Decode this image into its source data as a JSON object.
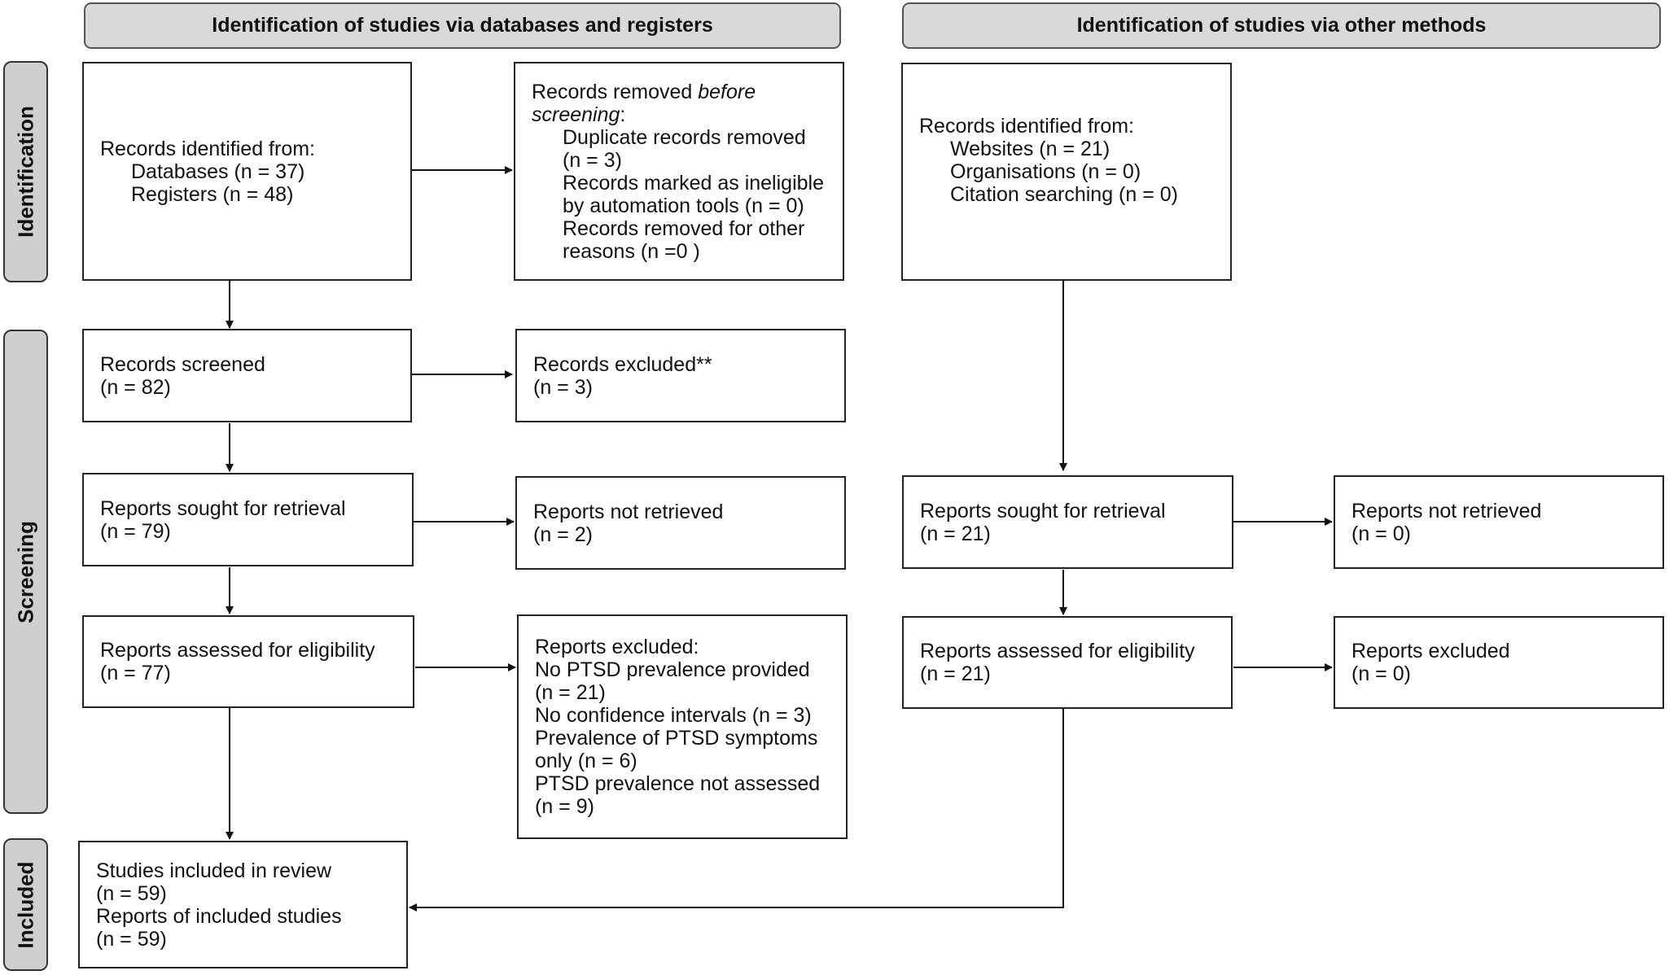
{
  "headers": {
    "left": "Identification of studies via databases and registers",
    "right": "Identification of studies via other methods"
  },
  "phases": {
    "identification": "Identification",
    "screening": "Screening",
    "included": "Included"
  },
  "boxes": {
    "records_identified": {
      "title": "Records identified from:",
      "databases": "Databases (n = 37)",
      "registers": "Registers (n = 48)"
    },
    "records_removed": {
      "title_prefix": "Records removed ",
      "title_italic": "before screening",
      "title_suffix": ":",
      "l1": "Duplicate records removed",
      "l2": "(n = 3)",
      "l3": "Records marked as ineligible",
      "l4": "by automation tools (n = 0)",
      "l5": "Records removed for other",
      "l6": "reasons (n =0 )"
    },
    "other_identified": {
      "title": "Records identified from:",
      "websites": "Websites (n = 21)",
      "organisations": "Organisations (n = 0)",
      "citation": "Citation searching (n = 0)"
    },
    "records_screened": {
      "l1": "Records screened",
      "l2": "(n = 82)"
    },
    "records_excluded": {
      "l1": "Records excluded**",
      "l2": "(n = 3)"
    },
    "reports_sought": {
      "l1": "Reports sought for retrieval",
      "l2": "(n = 79)"
    },
    "reports_not_retrieved": {
      "l1": "Reports not retrieved",
      "l2": "(n = 2)"
    },
    "other_sought": {
      "l1": "Reports sought for retrieval",
      "l2": "(n = 21)"
    },
    "other_not_retrieved": {
      "l1": "Reports not retrieved",
      "l2": "(n = 0)"
    },
    "reports_assessed": {
      "l1": "Reports assessed for eligibility",
      "l2": "(n = 77)"
    },
    "reports_excluded": {
      "l1": "Reports excluded:",
      "l2": "No PTSD prevalence provided",
      "l3": "(n = 21)",
      "l4": "No confidence intervals (n = 3)",
      "l5": "Prevalence of PTSD symptoms",
      "l6": "only (n = 6)",
      "l7": "PTSD prevalence not assessed",
      "l8": "(n = 9)"
    },
    "other_assessed": {
      "l1": "Reports assessed for eligibility",
      "l2": "(n = 21)"
    },
    "other_excluded": {
      "l1": "Reports excluded",
      "l2": "(n = 0)"
    },
    "included": {
      "l1": "Studies included in review",
      "l2": "(n = 59)",
      "l3": "Reports of included studies",
      "l4": "(n = 59)"
    }
  }
}
